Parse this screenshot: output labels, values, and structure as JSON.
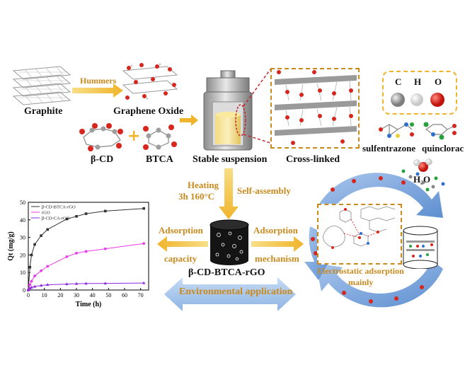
{
  "top": {
    "graphite": "Graphite",
    "hummers": "Hummers",
    "graphene_oxide": "Graphene Oxide",
    "beta_cd": "β-CD",
    "btca": "BTCA",
    "stable_suspension": "Stable suspension",
    "cross_linked": "Cross-linked"
  },
  "legend_atoms": {
    "c": "C",
    "h": "H",
    "o": "O"
  },
  "molecules": {
    "sulfentrazone": "sulfentrazone",
    "quinclorac": "quinclorac",
    "water": "H₂O"
  },
  "process": {
    "heating": "Heating",
    "conditions": "3h 160°C",
    "self_assembly": "Self-assembly",
    "product": "β-CD-BTCA-rGO"
  },
  "middle": {
    "adsorption_left": "Adsorption",
    "capacity": "capacity",
    "adsorption_right": "Adsorption",
    "mechanism": "mechanism",
    "electrostatic_1": "Electrostatic adsorption",
    "electrostatic_2": "mainly",
    "environmental": "Environmental application"
  },
  "colors": {
    "accent_orange": "#c98a1d",
    "arrow_yellow": "#f4c242",
    "arrow_blue": "#8fb4e3",
    "oxygen_red": "#d7261e",
    "carbon_grey": "#8a8a8a"
  },
  "chart_data": {
    "type": "line",
    "xlabel": "Time (h)",
    "ylabel": "Qt (mg/g)",
    "xlim": [
      0,
      75
    ],
    "ylim": [
      0,
      50
    ],
    "xticks": [
      0,
      10,
      20,
      30,
      40,
      50,
      60,
      70
    ],
    "yticks": [
      0,
      10,
      20,
      30,
      40,
      50
    ],
    "x": [
      0,
      1,
      2,
      4,
      8,
      12,
      24,
      30,
      36,
      48,
      72
    ],
    "series": [
      {
        "name": "β-CD-BTCA-rGO",
        "color": "#333333",
        "marker": "square",
        "values": [
          0,
          13,
          20,
          26,
          31,
          34.5,
          40.5,
          42,
          43.5,
          45,
          46.5
        ]
      },
      {
        "name": "rGO",
        "color": "#e93ae9",
        "marker": "circle",
        "values": [
          0,
          3,
          5,
          8,
          11,
          13.5,
          19,
          21,
          22,
          23.5,
          26.5
        ]
      },
      {
        "name": "β-CD-CA-rGO",
        "color": "#8a2be2",
        "marker": "triangle",
        "values": [
          0,
          1,
          1.5,
          2,
          2.6,
          3,
          3.4,
          3.6,
          3.7,
          3.8,
          4
        ]
      }
    ],
    "legend": "top-left"
  }
}
